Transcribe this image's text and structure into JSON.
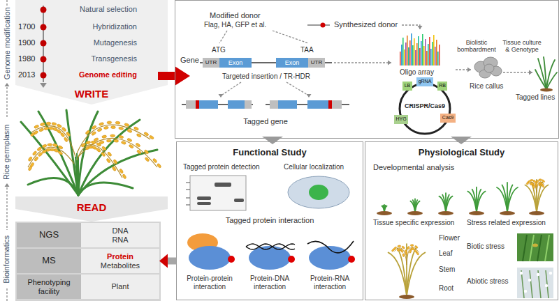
{
  "diagram": {
    "nodes": [
      {
        "text": [
          "UTR"
        ]
      },
      {
        "text": [
          "Exon"
        ]
      },
      {
        "text": [
          "Exon"
        ]
      },
      {
        "text": [
          "UTR"
        ]
      },
      {
        "text": [
          "CRISPR/Cas9"
        ]
      },
      {
        "text": [
          "LB"
        ],
        "in": 4
      },
      {
        "text": [
          "gRNA"
        ],
        "in": 4
      },
      {
        "text": [
          "RB"
        ],
        "in": 4
      },
      {
        "text": [
          "HYG"
        ],
        "in": 4
      },
      {
        "text": [
          "Cas9"
        ],
        "in": 4
      },
      {
        "text": [
          "NGS"
        ]
      },
      {
        "text": [
          "DNA",
          "RNA"
        ]
      },
      {
        "text": [
          "MS"
        ]
      },
      {
        "text": [
          "Protein",
          "Metabolites"
        ]
      },
      {
        "text": [
          "Phenotyping facility"
        ]
      },
      {
        "text": [
          "Plant"
        ]
      },
      {
        "text": [
          "Functional Study"
        ]
      },
      {
        "text": [
          "Physiological Study"
        ]
      }
    ],
    "edges": [
      {
        "from": 16,
        "to": 13,
        "arrow": "to"
      }
    ],
    "labels": [
      "Genome modification",
      "Rice germplasm",
      "Bioinformatics",
      "Natural selection",
      "1700",
      "Hybridization",
      "1900",
      "Mutagenesis",
      "1980",
      "Transgenesis",
      "2013",
      "Genome editing",
      "WRITE",
      "READ",
      "Modified donor",
      "Flag, HA, GFP et al.",
      "Synthesized donor",
      "Gene",
      "ATG",
      "TAA",
      "Targeted insertion / TR-HDR",
      "Tagged gene",
      "Oligo array",
      "Biolistic bombardment",
      "Rice callus",
      "Tissue culture & Genotype",
      "Tagged lines",
      "Tagged protein detection",
      "Cellular localization",
      "Tagged protein interaction",
      "Protein-protein interaction",
      "Protein-DNA interaction",
      "Protein-RNA interaction",
      "Developmental analysis",
      "Tissue specific expression",
      "Stress related expression",
      "Flower",
      "Leaf",
      "Stem",
      "Root",
      "Biotic stress",
      "Abiotic stress"
    ]
  }
}
